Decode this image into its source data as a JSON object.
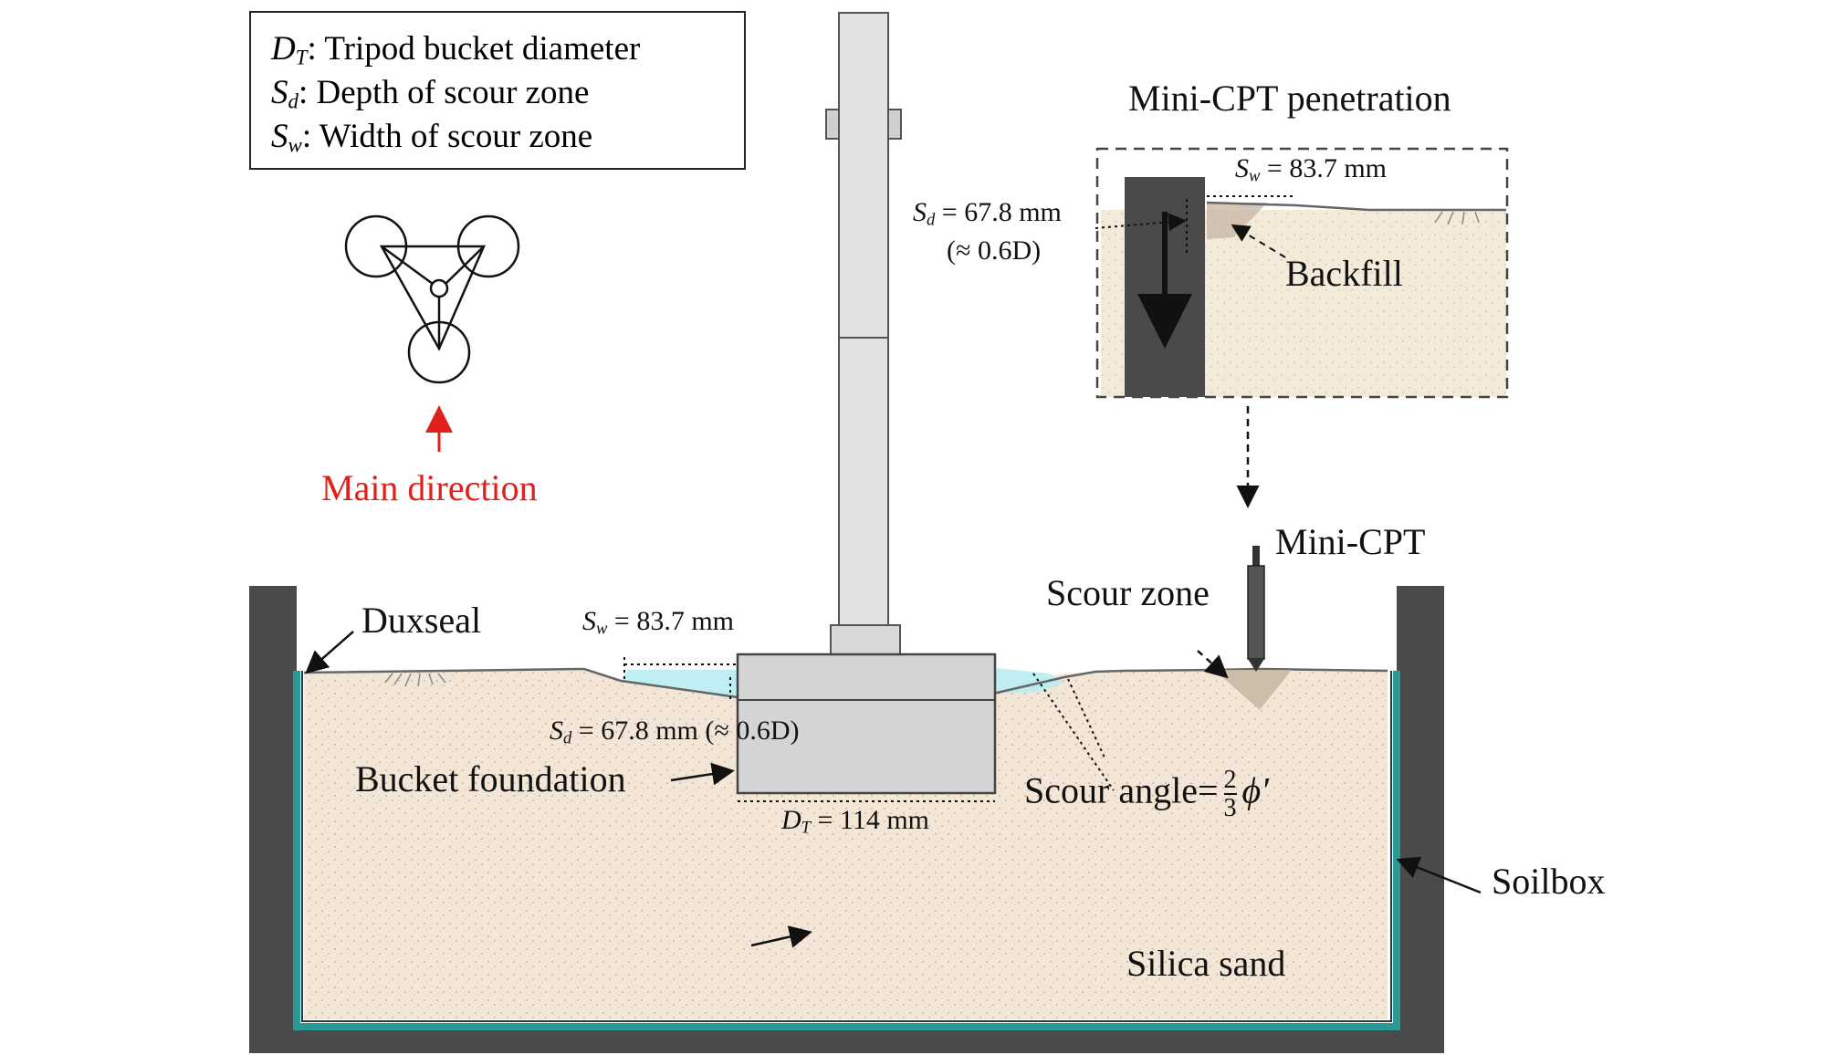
{
  "legend": {
    "items": [
      {
        "symbol": "D",
        "subscript": "T",
        "text": ": Tripod bucket diameter"
      },
      {
        "symbol": "S",
        "subscript": "d",
        "text": ": Depth of scour zone"
      },
      {
        "symbol": "S",
        "subscript": "w",
        "text": ": Width of scour zone"
      }
    ]
  },
  "direction": {
    "label": "Main direction",
    "color": "#e0201b"
  },
  "inset": {
    "title": "Mini-CPT penetration",
    "sw_symbol": "S",
    "sw_sub": "w",
    "sw_value": " = 83.7 mm",
    "sd_symbol": "S",
    "sd_sub": "d",
    "sd_value": " = 67.8 mm",
    "sd_ratio": "(≈ 0.6D)",
    "backfill": "Backfill"
  },
  "main": {
    "duxseal": "Duxseal",
    "sw_symbol": "S",
    "sw_sub": "w",
    "sw_value": " = 83.7 mm",
    "sd_symbol": "S",
    "sd_sub": "d",
    "sd_value": " = 67.8 mm (≈ 0.6D)",
    "bucket": "Bucket foundation",
    "dt_symbol": "D",
    "dt_sub": "T",
    "dt_value": " = 114 mm",
    "mini_cpt": "Mini-CPT",
    "scour_zone": "Scour zone",
    "scour_angle": "Scour angle=",
    "frac_num": "2",
    "frac_den": "3",
    "phi": "ϕ′",
    "soilbox": "Soilbox",
    "silica": "Silica sand"
  },
  "colors": {
    "sand": "#f3e6d6",
    "wall": "#4a4a4a",
    "liner": "#2b9a96",
    "water": "#b8ecf2",
    "bucket": "#d4d4d4",
    "column": "#e2e2e2"
  }
}
